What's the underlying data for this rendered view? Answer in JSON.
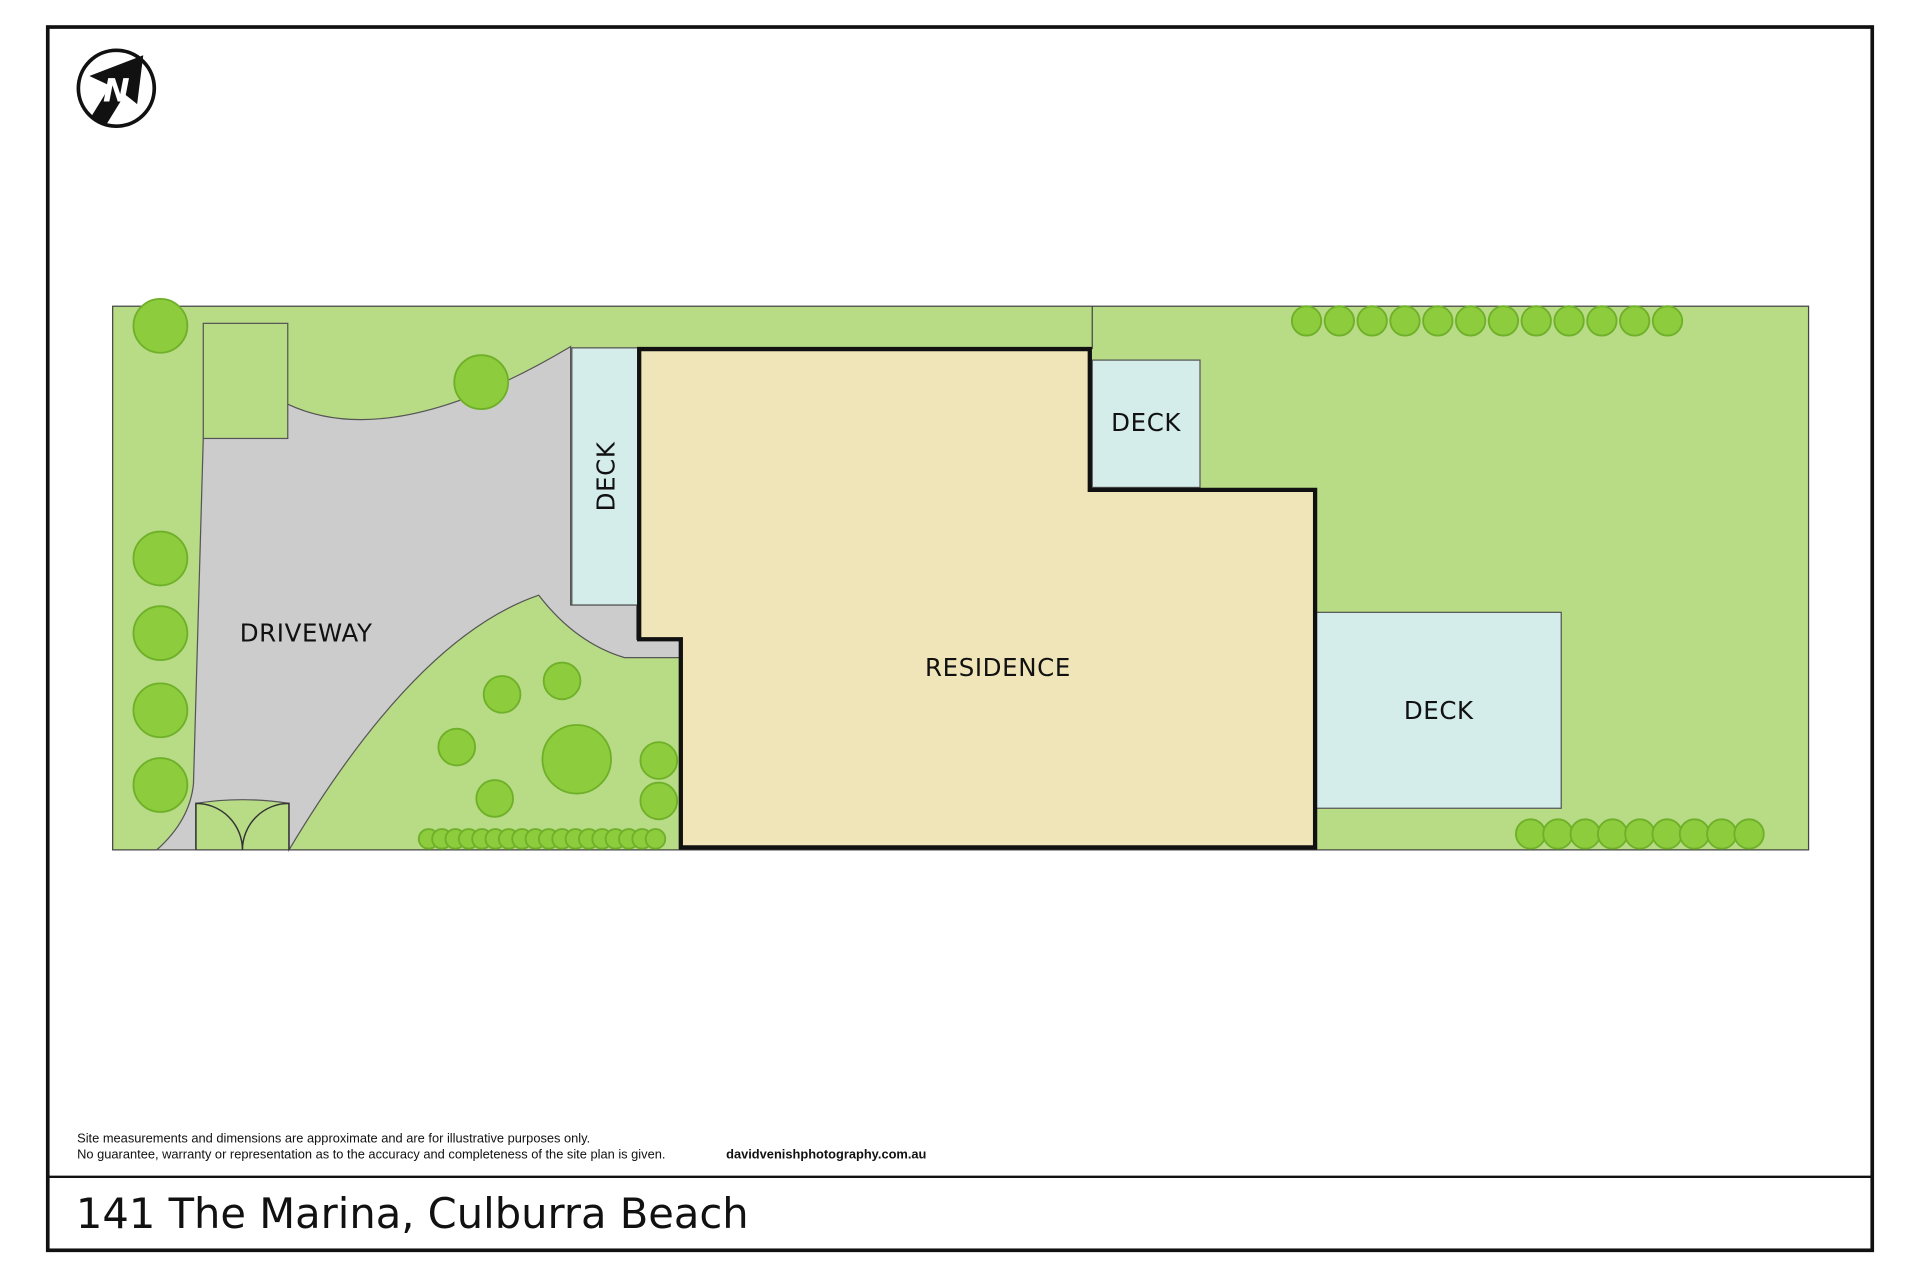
{
  "plan": {
    "labels": {
      "driveway": "DRIVEWAY",
      "deck_side": "DECK",
      "deck_top": "DECK",
      "residence": "RESIDENCE",
      "deck_rear": "DECK"
    },
    "compass_letter": "N"
  },
  "footer": {
    "disclaimer_line1": "Site measurements and dimensions are approximate and are for illustrative purposes only.",
    "disclaimer_line2": "No guarantee, warranty or representation as to the accuracy and completeness of the site plan is given.",
    "website": "davidvenishphotography.com.au",
    "address": "141 The Marina, Culburra Beach"
  },
  "colors": {
    "lawn": "#b8db85",
    "driveway": "#cccccc",
    "deck": "#d4ecea",
    "residence": "#f0e5b8",
    "tree": "#8dcc3c"
  }
}
